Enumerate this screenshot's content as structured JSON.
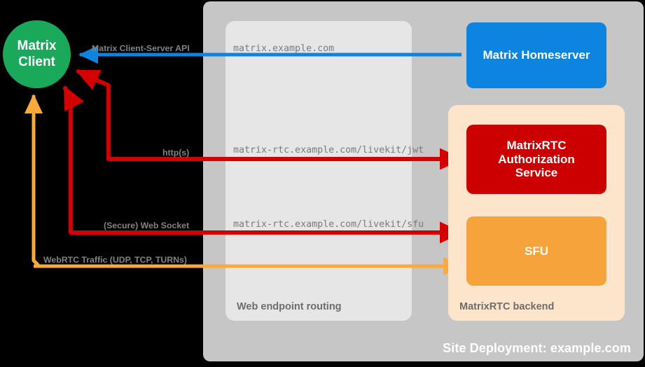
{
  "site": {
    "label": "Site Deployment: example.com",
    "bg_color": "#c6c6c6"
  },
  "groups": {
    "web_routing": {
      "label": "Web endpoint routing",
      "bg_color": "#e6e6e6"
    },
    "backend": {
      "label": "MatrixRTC backend",
      "bg_color": "#fde5cc"
    }
  },
  "nodes": {
    "client": {
      "label_line1": "Matrix",
      "label_line2": "Client",
      "color": "#1aa85a"
    },
    "homeserver": {
      "label": "Matrix Homeserver",
      "color": "#0c84e0"
    },
    "auth_service": {
      "label_line1": "MatrixRTC",
      "label_line2": "Authorization",
      "label_line3": "Service",
      "color": "#cc0000"
    },
    "sfu": {
      "label": "SFU",
      "color": "#f7a33c"
    }
  },
  "endpoints": {
    "homeserver": "matrix.example.com",
    "jwt": "matrix-rtc.example.com/livekit/jwt",
    "sfu": "matrix-rtc.example.com/livekit/sfu"
  },
  "flows": {
    "client_server_api": {
      "label": "Matrix Client-Server API",
      "color": "#0c84e0"
    },
    "https": {
      "label": "http(s)",
      "color": "#d40000"
    },
    "websocket": {
      "label": "(Secure) Web Socket",
      "color": "#d40000"
    },
    "webrtc": {
      "label": "WebRTC Traffic (UDP, TCP, TURNs)",
      "color": "#faa93c"
    }
  }
}
